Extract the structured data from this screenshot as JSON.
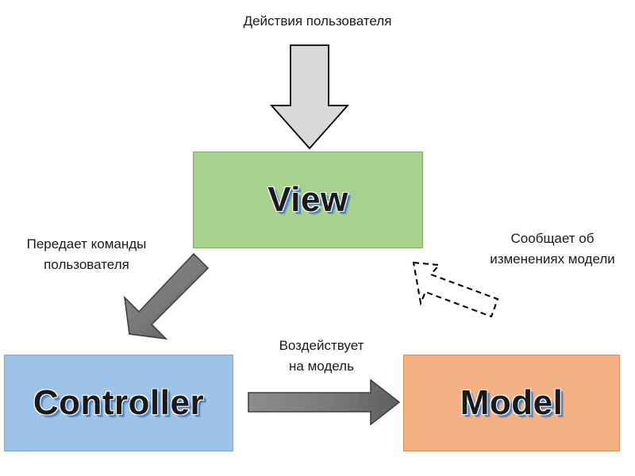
{
  "diagram": {
    "title": "MVC pattern diagram",
    "nodes": [
      {
        "id": "view",
        "label": "View",
        "fill": "#A9D18E",
        "stroke": "#7FA85F"
      },
      {
        "id": "controller",
        "label": "Controller",
        "fill": "#9DC3E6",
        "stroke": "#6FA8DC"
      },
      {
        "id": "model",
        "label": "Model",
        "fill": "#F4B183",
        "stroke": "#D98C4A"
      }
    ],
    "captions": {
      "user_actions": "Действия пользователя",
      "passes_commands": "Передает команды\nпользователя",
      "notifies_changes": "Сообщает об\nизменениях модели",
      "affects_model": "Воздействует\nна модель"
    },
    "arrows": [
      {
        "id": "user-actions-arrow",
        "from": "user",
        "to": "view",
        "style": "solid-block",
        "fill": "#D9D9D9",
        "stroke": "#000000",
        "direction": "down"
      },
      {
        "id": "view-to-controller-arrow",
        "from": "view",
        "to": "controller",
        "style": "solid-block",
        "fill": "#808080",
        "stroke": "#404040",
        "direction": "down-left"
      },
      {
        "id": "controller-to-model-arrow",
        "from": "controller",
        "to": "model",
        "style": "solid-block",
        "fill": "#808080",
        "stroke": "#404040",
        "direction": "right"
      },
      {
        "id": "model-to-view-arrow",
        "from": "model",
        "to": "view",
        "style": "dashed-block",
        "fill": "#ffffff",
        "stroke": "#000000",
        "direction": "up-left"
      }
    ]
  }
}
